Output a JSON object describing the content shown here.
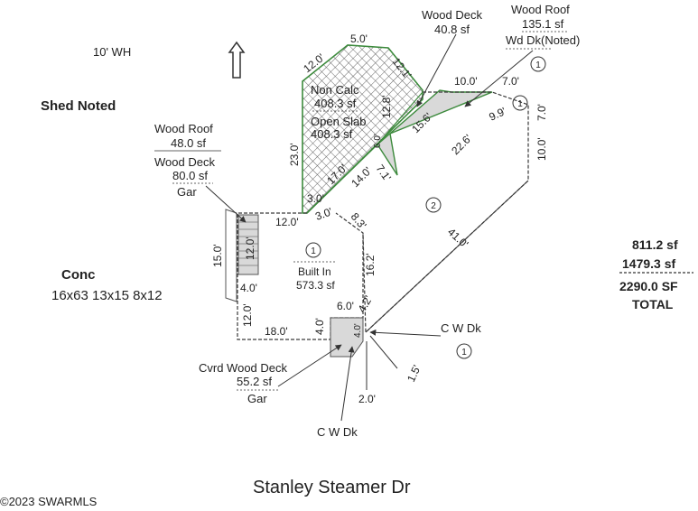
{
  "header": {
    "wall_height": "10' WH",
    "shed_note": "Shed Noted"
  },
  "callouts": {
    "wood_deck_top": {
      "title": "Wood Deck",
      "area": "40.8 sf"
    },
    "wood_roof_top": {
      "title": "Wood Roof",
      "area": "135.1 sf",
      "note": "Wd Dk(Noted)",
      "circle": "1"
    },
    "non_calc": {
      "title": "Non Calc",
      "area": "408.3 sf"
    },
    "open_slab": {
      "title": "Open Slab",
      "area": "408.3 sf"
    },
    "wood_roof_left": {
      "title": "Wood Roof",
      "area": "48.0 sf"
    },
    "wood_deck_left": {
      "title": "Wood Deck",
      "area": "80.0 sf",
      "note": "Gar"
    },
    "built_in": {
      "title": "Built In",
      "area": "573.3 sf",
      "circle": "1"
    },
    "cvrd_wood_deck": {
      "title": "Cvrd Wood Deck",
      "area": "55.2 sf",
      "note": "Gar"
    },
    "cwdk_right": {
      "title": "C W Dk",
      "circle": "1"
    },
    "cwdk_bottom": {
      "title": "C W Dk"
    },
    "area_two": {
      "circle": "2"
    },
    "area_one_top": {
      "circle": "1"
    }
  },
  "concrete": {
    "title": "Conc",
    "sizes": "16x63 13x15 8x12"
  },
  "totals": {
    "line1": "811.2 sf",
    "line2": "1479.3 sf",
    "total": "2290.0 SF",
    "label": "TOTAL"
  },
  "street": "Stanley Steamer Dr",
  "footer": "©2023 SWARMLS",
  "dimensions": {
    "d_12_0_a": "12.0'",
    "d_5_0": "5.0'",
    "d_12_1": "12.1'",
    "d_23_0": "23.0'",
    "d_12_8": "12.8'",
    "d_6_0_small": "6.0'",
    "d_15_6": "15.6'",
    "d_10_0_top": "10.0'",
    "d_7_0_top": "7.0'",
    "d_9_9": "9.9'",
    "d_7_0_side": "7.0'",
    "d_10_0_side": "10.0'",
    "d_22_6": "22.6'",
    "d_17_0": "17.0'",
    "d_14_0": "14.0'",
    "d_7_1": "7.1'",
    "d_3_0_a": "3.0'",
    "d_3_0_b": "3.0'",
    "d_8_3": "8.3'",
    "d_41_0": "41.0'",
    "d_12_0_b": "12.0'",
    "d_12_0_stair": "12.0'",
    "d_15_0": "15.0'",
    "d_4_0_a": "4.0'",
    "d_16_2": "16.2'",
    "d_12_0_c": "12.0'",
    "d_6_0": "6.0'",
    "d_4_2": "4.2'",
    "d_4_0_b": "4.0'",
    "d_4_0_c": "4.0'",
    "d_18_0": "18.0'",
    "d_1_5": "1.5'",
    "d_2_0": "2.0'"
  },
  "colors": {
    "line": "#3a3a3a",
    "green": "#3c8a3c",
    "fill_gray": "#d9d9d9",
    "text": "#222222"
  }
}
